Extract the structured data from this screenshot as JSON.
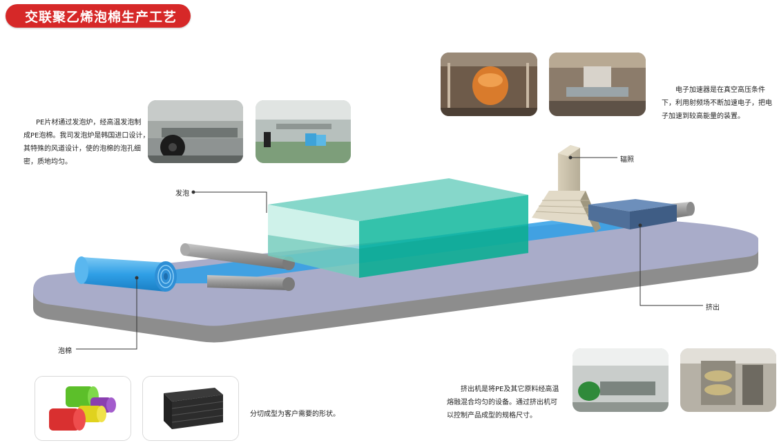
{
  "title": "交联聚乙烯泡棉生产工艺",
  "labels": {
    "foaming": "发泡",
    "irradiation": "辐照",
    "extrusion": "挤出",
    "foam": "泡棉"
  },
  "descriptions": {
    "foaming_lines": [
      "PE片材通过发泡炉，经高温发泡制",
      "成PE泡棉。我司发泡炉是韩国进口设计，",
      "其特殊的风道设计，使的泡棉的泡孔细",
      "密，质地均匀。"
    ],
    "accelerator_lines": [
      "电子加速器是在真空高压条件",
      "下，利用射频场不断加速电子，把电",
      "子加速到较高能量的装置。"
    ],
    "extruder_lines": [
      "挤出机是将PE及其它原料经高温",
      "熔融混合均匀的设备。通过挤出机可",
      "以控制产品成型的规格尺寸。"
    ],
    "cutting": "分切成型为客户需要的形状。"
  },
  "colors": {
    "title_bg": "#d62828",
    "platform_top": "#a9acc9",
    "foam_blue": "#2f9fe6",
    "oven_teal": "#3cc8b0",
    "extruder_blue": "#5a7da8"
  },
  "icons": {
    "factory_photos": "factory-photo",
    "foam_rolls": "foam-rolls-photo",
    "foam_sheets": "foam-sheets-photo"
  }
}
